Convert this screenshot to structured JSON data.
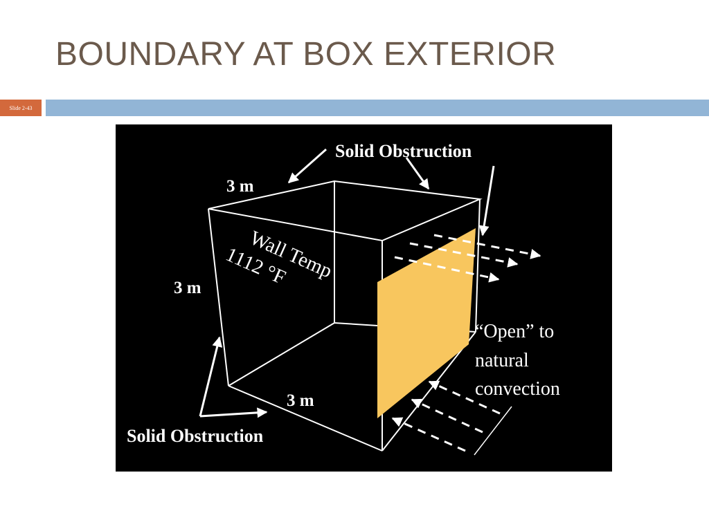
{
  "slide": {
    "title": "BOUNDARY AT BOX EXTERIOR",
    "badge": "Slide 2-43"
  },
  "diagram": {
    "label_solid_top": "Solid Obstruction",
    "label_solid_bottom": "Solid Obstruction",
    "dim_top": "3 m",
    "dim_left": "3 m",
    "dim_bottom": "3 m",
    "wall_temp_line1": "Wall Temp",
    "wall_temp_line2": "1112 °F",
    "open_line1": "“Open” to",
    "open_line2": "natural",
    "open_line3": "convection",
    "colors": {
      "background": "#000000",
      "open_face": "#f8c65e",
      "lines": "#ffffff"
    }
  }
}
